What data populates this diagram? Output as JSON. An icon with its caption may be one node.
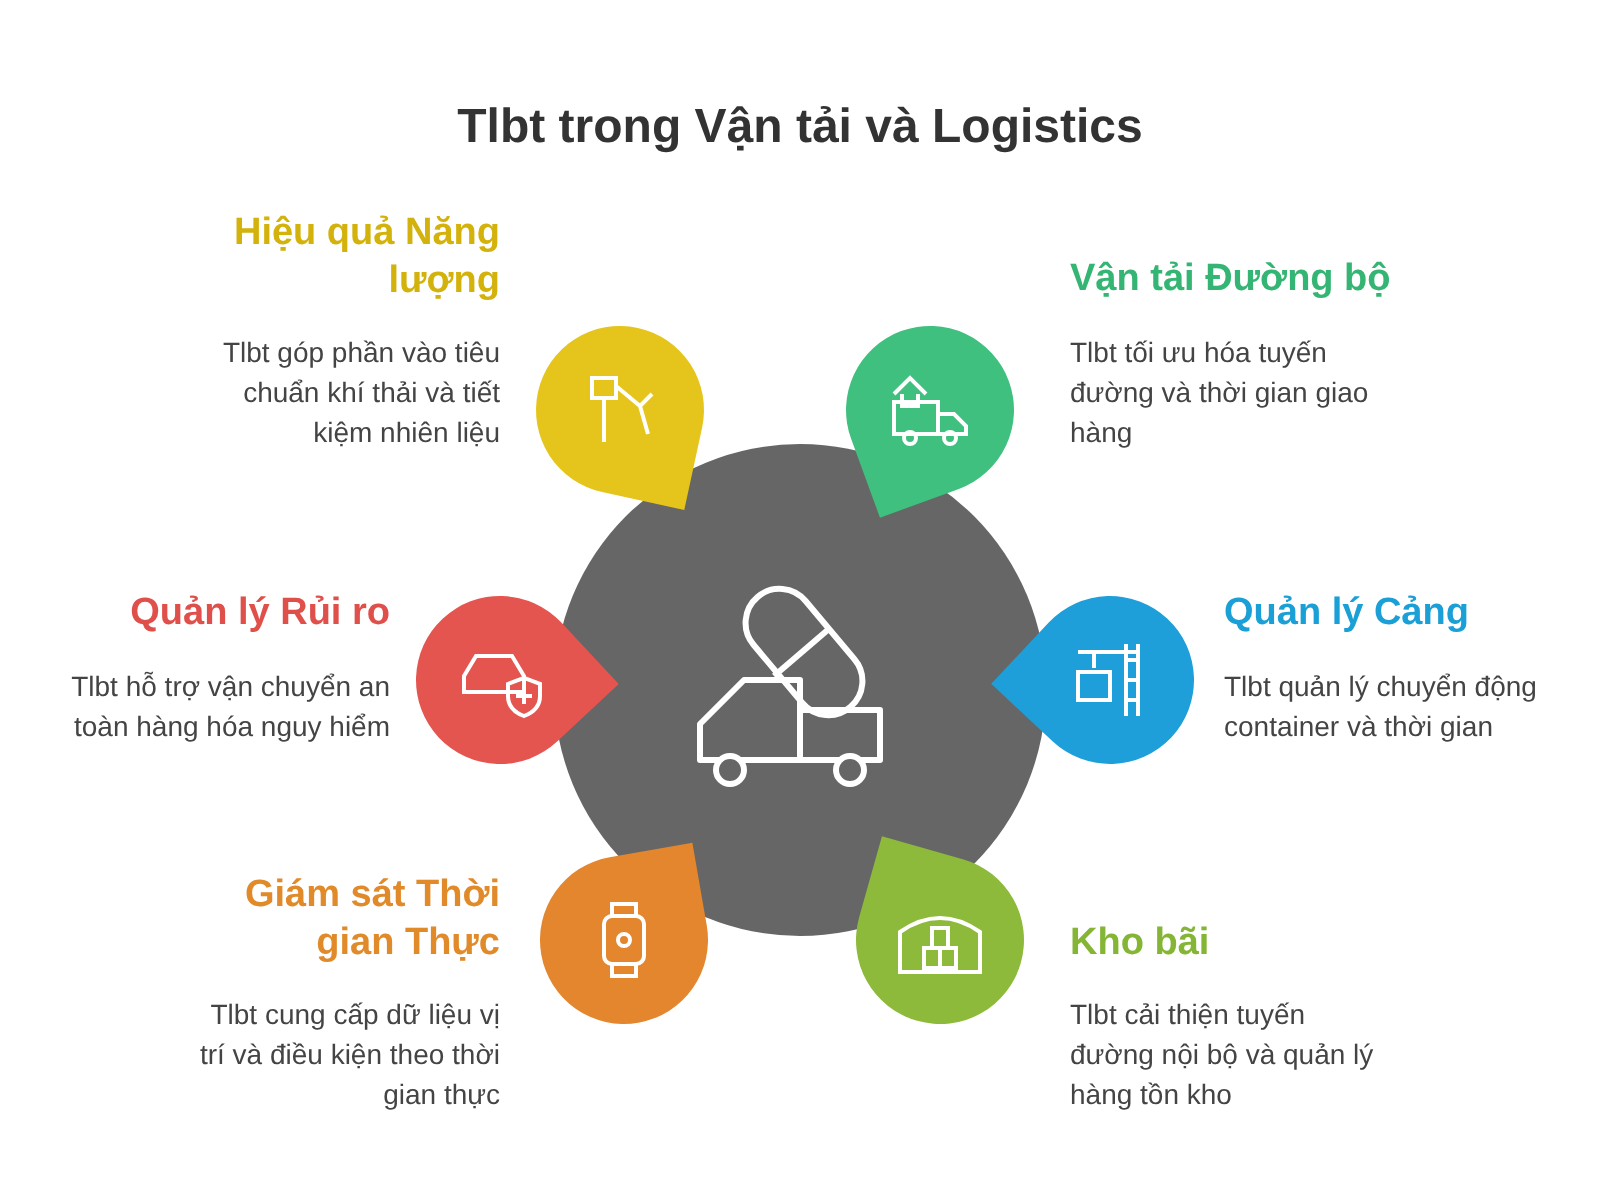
{
  "diagram": {
    "title": "Tlbt trong Vận tải và Logistics",
    "labels": [
      "Hiệu quả Năng lượng",
      "Tlbt góp phần vào tiêu chuẩn khí thải và tiết kiệm nhiên liệu",
      "Vận tải Đường bộ",
      "Tlbt tối ưu hóa tuyến đường và thời gian giao hàng",
      "Quản lý Rủi ro",
      "Tlbt hỗ trợ vận chuyển an toàn hàng hóa nguy hiểm",
      "Quản lý Cảng",
      "Tlbt quản lý chuyển động container và thời gian",
      "Giám sát Thời gian Thực",
      "Tlbt cung cấp dữ liệu vị trí và điều kiện theo thời gian thực",
      "Kho bãi",
      "Tlbt cải thiện tuyến đường nội bộ và quản lý hàng tồn kho"
    ]
  }
}
